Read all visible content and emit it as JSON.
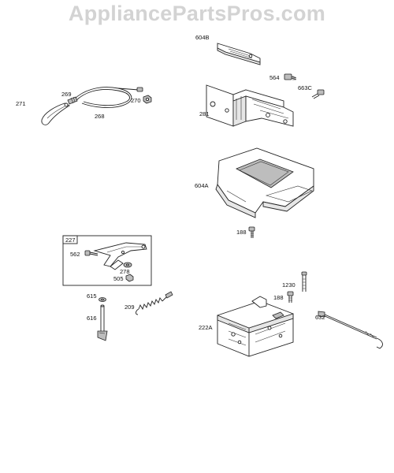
{
  "watermark": "AppliancePartsPros.com",
  "callouts": {
    "p604B": "604B",
    "p564": "564",
    "p663C": "663C",
    "p281": "281",
    "p269": "269",
    "p271": "271",
    "p268": "268",
    "p270": "270",
    "p604A": "604A",
    "p188a": "188",
    "p227": "227",
    "p562": "562",
    "p278": "278",
    "p505": "505",
    "p1230": "1230",
    "p188b": "188",
    "p615": "615",
    "p209": "209",
    "p616": "616",
    "p222A": "222A",
    "p632": "632"
  }
}
